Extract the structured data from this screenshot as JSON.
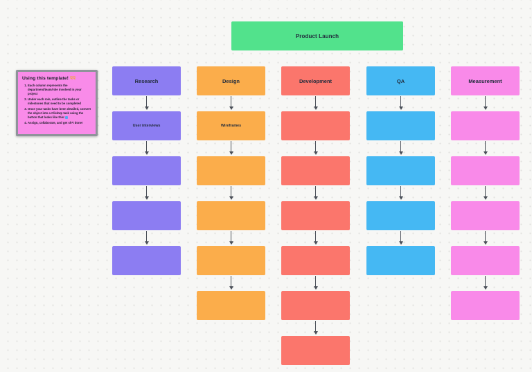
{
  "title_box": {
    "label": "Product Launch",
    "color": "#52e28c"
  },
  "sticky_note": {
    "heading": "Using this template!",
    "heading_emoji": "☟☟",
    "fill": "#f98be9",
    "border_color": "#8f939a",
    "items": [
      {
        "text": "Each column represents the department/team/role involved in your project"
      },
      {
        "text": "Under each role, outline the tasks or milestones that need to be completed"
      },
      {
        "text": "Once your tasks have been detailed, convert the object into a ClickUp task using the button that looks like this:",
        "trailing_icon": "convert-to-task-icon",
        "icon_color": "#57a6f2"
      },
      {
        "text": "Assign, collaborate, and get sh*t done!"
      }
    ]
  },
  "flowchart": {
    "connector_color": "#4a4f58",
    "columns": [
      {
        "id": "research",
        "color": "#8c7df2",
        "boxes": [
          "Research",
          "User interviews",
          "",
          "",
          ""
        ]
      },
      {
        "id": "design",
        "color": "#fbad4b",
        "boxes": [
          "Design",
          "Wireframes",
          "",
          "",
          "",
          ""
        ]
      },
      {
        "id": "development",
        "color": "#fb766c",
        "boxes": [
          "Development",
          "",
          "",
          "",
          "",
          "",
          ""
        ]
      },
      {
        "id": "qa",
        "color": "#45b8f3",
        "boxes": [
          "QA",
          "",
          "",
          "",
          ""
        ]
      },
      {
        "id": "measurement",
        "color": "#f98ae9",
        "boxes": [
          "Measurement",
          "",
          "",
          "",
          "",
          ""
        ]
      }
    ]
  }
}
